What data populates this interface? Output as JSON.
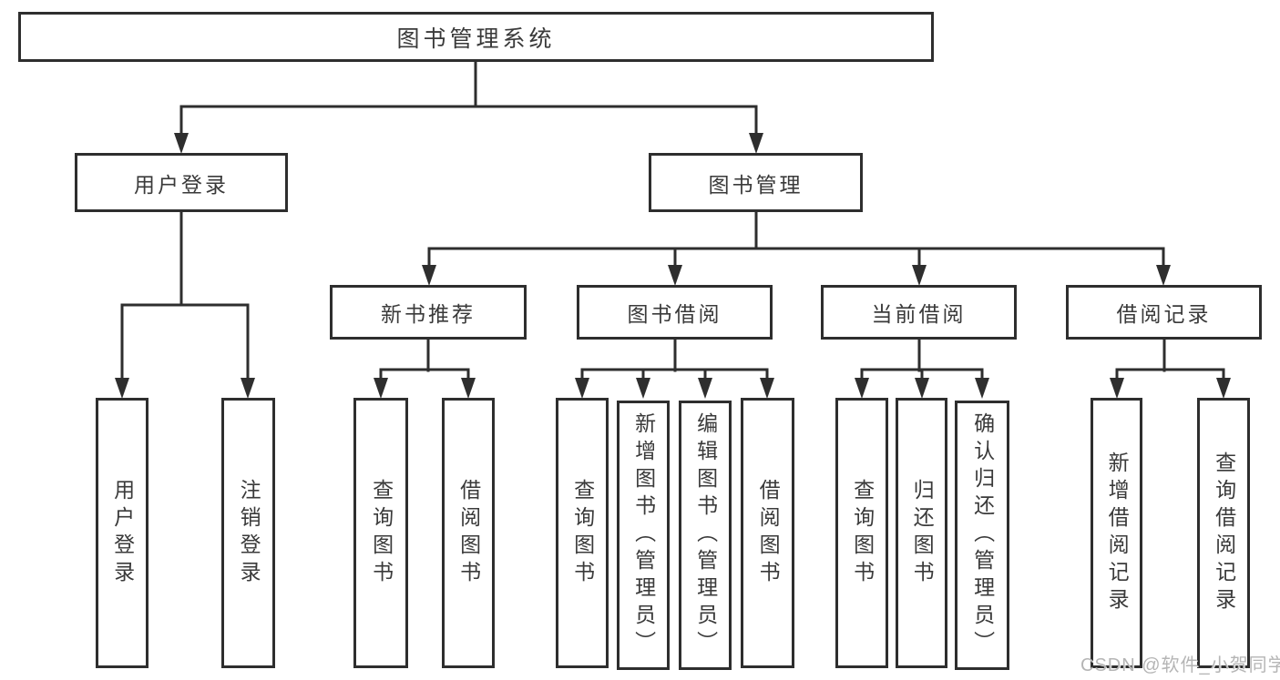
{
  "diagram": {
    "root": {
      "label": "图书管理系统"
    },
    "level2": {
      "userLogin": {
        "label": "用户登录"
      },
      "bookManagement": {
        "label": "图书管理"
      }
    },
    "level3": {
      "newBookRecommend": {
        "label": "新书推荐"
      },
      "bookBorrow": {
        "label": "图书借阅"
      },
      "currentBorrow": {
        "label": "当前借阅"
      },
      "borrowRecords": {
        "label": "借阅记录"
      }
    },
    "leaves": {
      "userLogin": {
        "label": "用户登录"
      },
      "logoutLogin": {
        "label": "注销登录"
      },
      "nbrQueryBooks": {
        "label": "查询图书"
      },
      "nbrBorrowBooks": {
        "label": "借阅图书"
      },
      "bbQueryBooks": {
        "label": "查询图书"
      },
      "bbAddBooksAdmin": {
        "label": "新增图书（管理员）"
      },
      "bbEditBooksAdmin": {
        "label": "编辑图书（管理员）"
      },
      "bbBorrowBooks": {
        "label": "借阅图书"
      },
      "cbQueryBooks": {
        "label": "查询图书"
      },
      "cbReturnBooks": {
        "label": "归还图书"
      },
      "cbConfirmReturnAdmin": {
        "label": "确认归还（管理员）"
      },
      "brAddRecord": {
        "label": "新增借阅记录"
      },
      "brQueryRecord": {
        "label": "查询借阅记录"
      }
    },
    "watermark": "CSDN @软件_小贺同学",
    "colors": {
      "line": "#2e2e2e",
      "text": "#3a3a3a",
      "watermark": "#b5b5b5",
      "background": "#ffffff"
    }
  }
}
